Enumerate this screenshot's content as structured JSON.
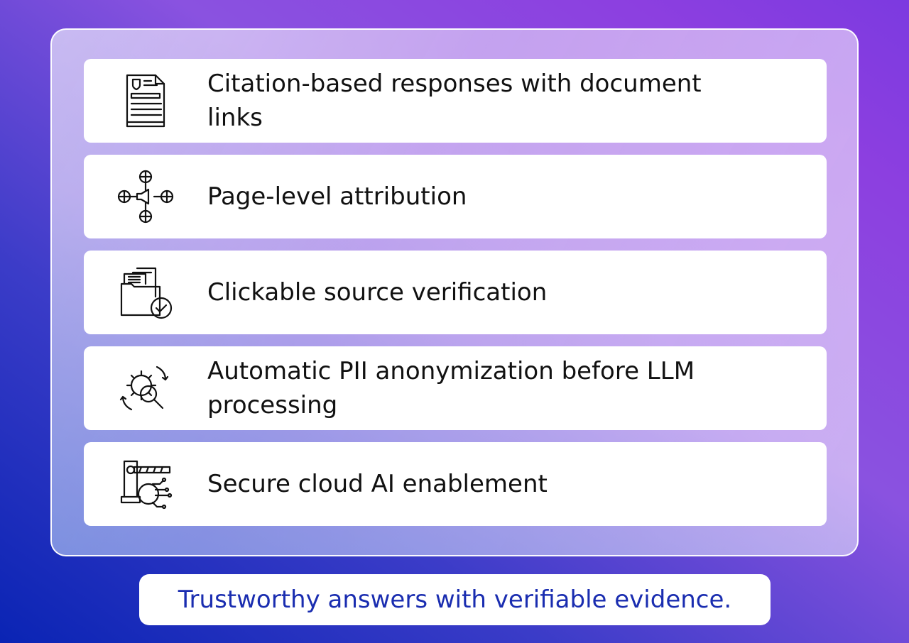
{
  "features": [
    {
      "icon": "document-icon",
      "label": "Citation-based responses with document links"
    },
    {
      "icon": "network-broadcast-icon",
      "label": "Page-level attribution"
    },
    {
      "icon": "folder-check-icon",
      "label": "Clickable source verification"
    },
    {
      "icon": "gear-search-icon",
      "label": "Automatic PII anonymization before LLM processing"
    },
    {
      "icon": "secure-gate-circuit-icon",
      "label": "Secure cloud AI enablement"
    }
  ],
  "tagline": "Trustworthy answers with verifiable evidence."
}
